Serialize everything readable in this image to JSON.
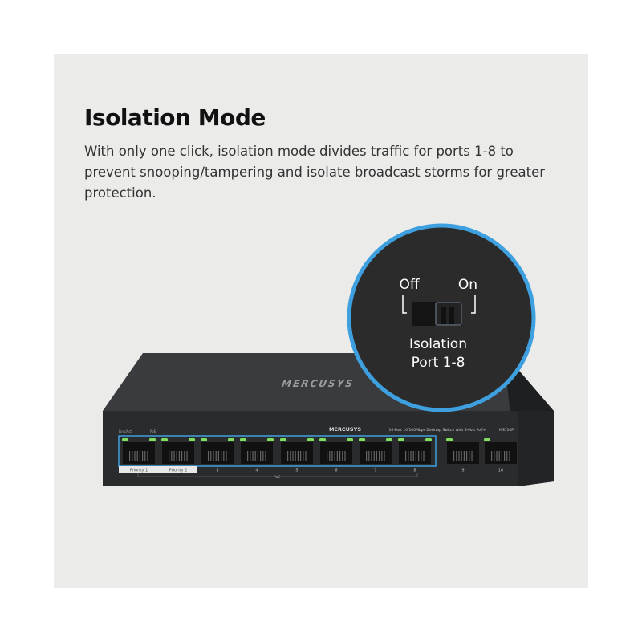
{
  "heading": "Isolation Mode",
  "description": "With only one click, isolation mode divides traffic for ports 1-8 to prevent snooping/tampering and isolate broadcast storms for greater protection.",
  "switch": {
    "brand": "MERCUSYS",
    "top_logo": "MERCUSYS",
    "model_description": "10-Port 10/100Mbps Desktop Switch with 8-Port PoE+",
    "model": "MS110P",
    "led_labels": [
      "Link/Act",
      "PoE"
    ],
    "port_labels": [
      "Priority 1",
      "Priority 2",
      "3",
      "4",
      "5",
      "6",
      "7",
      "8",
      "9",
      "10"
    ],
    "poe_group_label": "PoE"
  },
  "callout": {
    "off_label": "Off",
    "on_label": "On",
    "switch_state": "On",
    "caption_line1": "Isolation",
    "caption_line2": "Port 1-8"
  },
  "colors": {
    "highlight": "#3fa0e0",
    "led": "#7fe060",
    "body": "#2a2b2d"
  }
}
